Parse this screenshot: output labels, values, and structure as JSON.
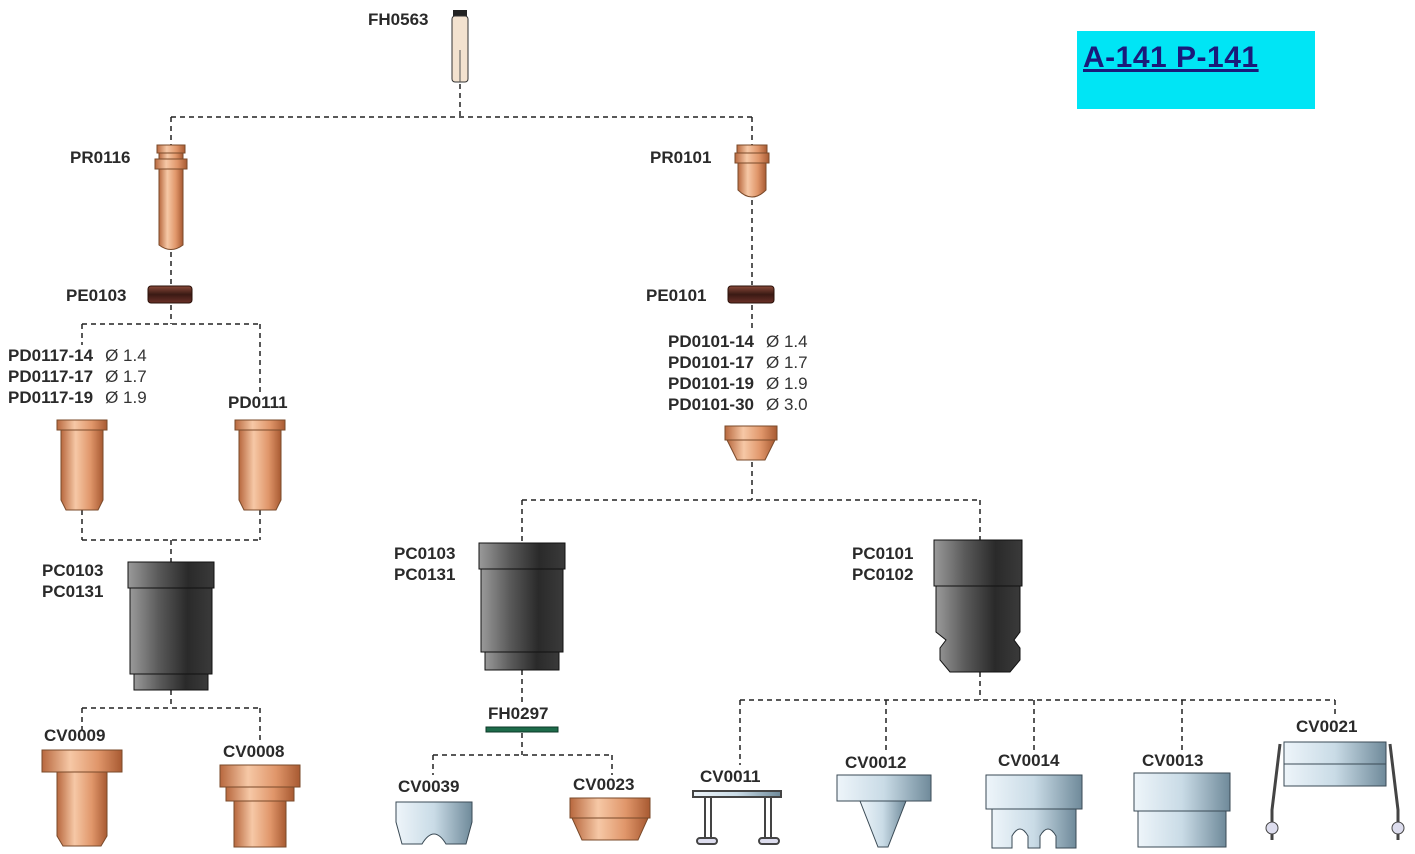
{
  "title": "A-141  P-141",
  "colors": {
    "copper": "#e2a179",
    "copper_dark": "#b8683e",
    "steel": "#3a3a3a",
    "steel_light": "#9a9a9a",
    "ring": "#5a2a22",
    "ceramic": "#c9dbe6",
    "ceramic_dark": "#6f8a9a",
    "title_bg": "#00e5f5",
    "title_text": "#1a1a7a",
    "line": "#222222"
  },
  "parts": {
    "fh0563": "FH0563",
    "pr0116": "PR0116",
    "pr0101": "PR0101",
    "pe0103": "PE0103",
    "pe0101": "PE0101",
    "pd0117": [
      {
        "code": "PD0117-14",
        "dia": "Ø 1.4"
      },
      {
        "code": "PD0117-17",
        "dia": "Ø 1.7"
      },
      {
        "code": "PD0117-19",
        "dia": "Ø 1.9"
      }
    ],
    "pd0111": "PD0111",
    "pd0101": [
      {
        "code": "PD0101-14",
        "dia": "Ø 1.4"
      },
      {
        "code": "PD0101-17",
        "dia": "Ø 1.7"
      },
      {
        "code": "PD0101-19",
        "dia": "Ø 1.9"
      },
      {
        "code": "PD0101-30",
        "dia": "Ø 3.0"
      }
    ],
    "pc_left": [
      "PC0103",
      "PC0131"
    ],
    "pc_mid": [
      "PC0103",
      "PC0131"
    ],
    "pc_right": [
      "PC0101",
      "PC0102"
    ],
    "fh0297": "FH0297",
    "cv0009": "CV0009",
    "cv0008": "CV0008",
    "cv0039": "CV0039",
    "cv0023": "CV0023",
    "cv0011": "CV0011",
    "cv0012": "CV0012",
    "cv0014": "CV0014",
    "cv0013": "CV0013",
    "cv0021": "CV0021"
  }
}
